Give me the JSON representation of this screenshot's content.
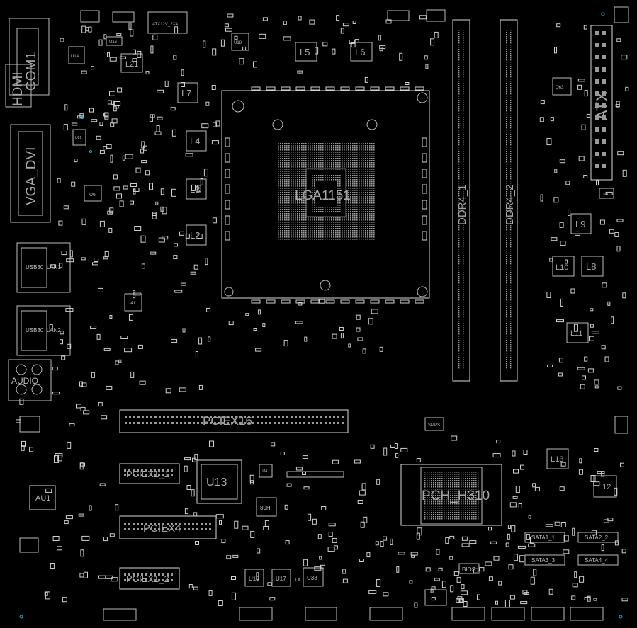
{
  "colors": {
    "background": "#000000",
    "outline": "#bdbdbd",
    "marker": "#2aa3c8"
  },
  "labels": {
    "hdmi": "HDMI",
    "com1": "COM1",
    "vga_dvi": "VGA_DVI",
    "atx12v": "ATX12V_2X4",
    "atx": "ATX",
    "lga": "LGA1151",
    "ddr4_1": "DDR4_1",
    "ddr4_2": "DDR4_2",
    "usb30_lan1": "USB30_LAN1",
    "usb30_lan2": "USB30_LAN2",
    "audio": "AUDIO",
    "au1": "AU1",
    "u13": "U13",
    "pciex16": "PCIEX16",
    "pciex1_1": "PCIEX1_1",
    "pciex4": "PCIEX4",
    "pciex1_2": "PCIEX1_2",
    "pch": "PCH_H310",
    "u15": "U15",
    "u17": "U17",
    "u33": "U33",
    "bios": "BIOS",
    "h80": "80H",
    "sata1": "SATA1_1",
    "sata2": "SATA2_2",
    "sata3": "SATA3_3",
    "sata4": "SATA4_4",
    "l2": "L2",
    "l3": "L3",
    "l4": "L4",
    "l5": "L5",
    "l6": "L6",
    "l7": "L7",
    "l8": "L8",
    "l9": "L9",
    "l10": "L10",
    "l11": "L11",
    "l12": "L12",
    "l13": "L13",
    "l21": "L21",
    "u14": "U14",
    "u41": "U41",
    "u6": "U6",
    "u18": "U18",
    "u16": "U16",
    "u84": "U84",
    "u24": "U24",
    "q63": "Q63",
    "smps": "SMPS",
    "u81": "U81"
  }
}
